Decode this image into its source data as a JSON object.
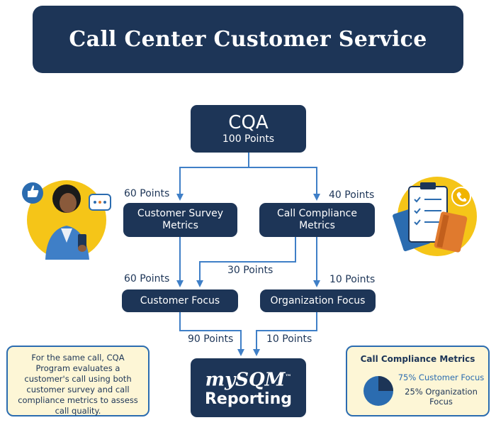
{
  "header": {
    "title": "Call Center Customer Service"
  },
  "diagram": {
    "nodes": {
      "cqa": {
        "title": "CQA",
        "subtitle": "100 Points"
      },
      "survey": {
        "line1": "Customer Survey",
        "line2": "Metrics"
      },
      "compliance": {
        "line1": "Call Compliance",
        "line2": "Metrics"
      },
      "customer_focus": {
        "label": "Customer Focus"
      },
      "organization_focus": {
        "label": "Organization Focus"
      },
      "report": {
        "brand": "mySQM",
        "tm": "™",
        "label": "Reporting"
      }
    },
    "edges": {
      "cqa_to_survey": "60 Points",
      "cqa_to_compliance": "40 Points",
      "survey_to_customer_focus": "60 Points",
      "compliance_to_customer_focus": "30 Points",
      "compliance_to_organization_focus": "10 Points",
      "customer_focus_to_report": "90 Points",
      "organization_focus_to_report": "10 Points"
    }
  },
  "note": {
    "text": "For the same call, CQA Program evaluates a customer's call using both customer survey and call compliance metrics to assess call quality."
  },
  "summary": {
    "title": "Call Compliance Metrics",
    "legend_a": "75% Customer Focus",
    "legend_b": "25% Organization Focus",
    "customer_focus_pct": 75,
    "organization_focus_pct": 25
  },
  "colors": {
    "navy": "#1d3557",
    "blue": "#2b6cb0",
    "light_blue": "#3f7fc7",
    "note_bg": "#fdf6d6",
    "accent_yellow": "#f5c518"
  },
  "icons": {
    "left": [
      "thumbs-up-icon",
      "chat-bubble-icon",
      "person-with-phone-icon"
    ],
    "right": [
      "clipboard-checklist-icon",
      "notebook-icon",
      "phone-bubble-icon"
    ]
  }
}
